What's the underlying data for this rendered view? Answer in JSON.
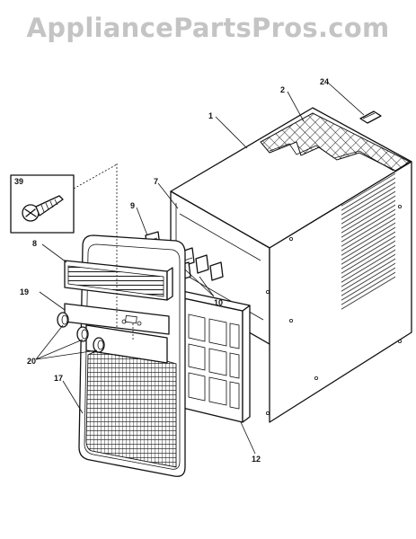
{
  "watermark": "AppliancePartsPros.com",
  "callouts": {
    "c1": "1",
    "c2": "2",
    "c24": "24",
    "c39": "39",
    "c8": "8",
    "c7": "7",
    "c9": "9",
    "c10": "10",
    "c19": "19",
    "c20": "20",
    "c17": "17",
    "c12": "12"
  }
}
